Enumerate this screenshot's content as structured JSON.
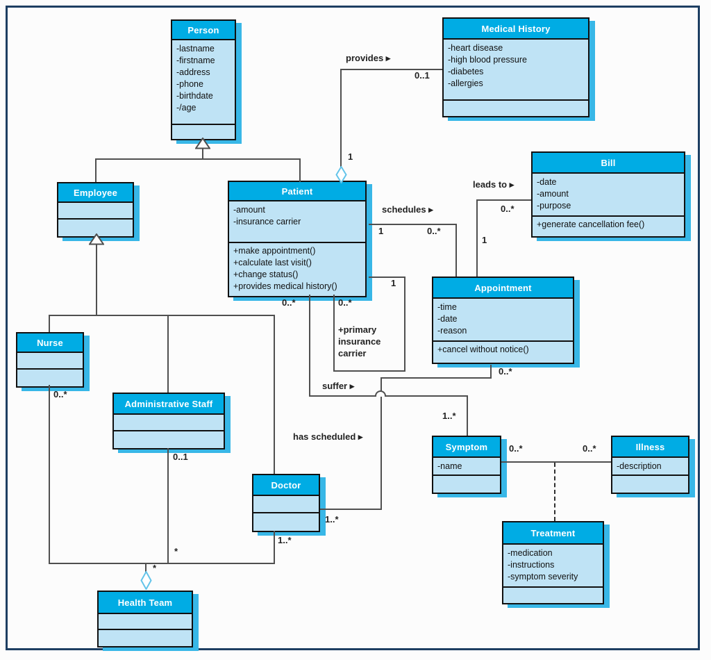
{
  "theme": {
    "header": "#00ace4",
    "body": "#bfe3f5",
    "shadow": "#38b7e7",
    "line": "#4f4f4f",
    "frame": "#1d3e62",
    "bg": "#fcfcfc"
  },
  "diagram": {
    "classes": {
      "person": {
        "name": "Person",
        "attributes": [
          "-lastname",
          "-firstname",
          "-address",
          "-phone",
          "-birthdate",
          "-/age"
        ],
        "operations": []
      },
      "medical_history": {
        "name": "Medical History",
        "attributes": [
          "-heart disease",
          "-high blood pressure",
          "-diabetes",
          "-allergies"
        ],
        "operations": []
      },
      "employee": {
        "name": "Employee",
        "attributes": [],
        "operations": []
      },
      "patient": {
        "name": "Patient",
        "attributes": [
          "-amount",
          "-insurance carrier"
        ],
        "operations": [
          "+make appointment()",
          "+calculate last visit()",
          "+change status()",
          "+provides medical history()"
        ]
      },
      "bill": {
        "name": "Bill",
        "attributes": [
          "-date",
          "-amount",
          "-purpose"
        ],
        "operations": [
          "+generate cancellation fee()"
        ]
      },
      "appointment": {
        "name": "Appointment",
        "attributes": [
          "-time",
          "-date",
          "-reason"
        ],
        "operations": [
          "+cancel without notice()"
        ]
      },
      "nurse": {
        "name": "Nurse",
        "attributes": [],
        "operations": []
      },
      "admin_staff": {
        "name": "Administrative Staff",
        "attributes": [],
        "operations": []
      },
      "doctor": {
        "name": "Doctor",
        "attributes": [],
        "operations": []
      },
      "symptom": {
        "name": "Symptom",
        "attributes": [
          "-name"
        ],
        "operations": []
      },
      "illness": {
        "name": "Illness",
        "attributes": [
          "-description"
        ],
        "operations": []
      },
      "treatment": {
        "name": "Treatment",
        "attributes": [
          "-medication",
          "-instructions",
          "-symptom severity"
        ],
        "operations": []
      },
      "health_team": {
        "name": "Health Team",
        "attributes": [],
        "operations": []
      }
    },
    "associations": {
      "provides": {
        "label": "provides ▸",
        "patient_end": "1",
        "medical_history_end": "0..1"
      },
      "schedules": {
        "label": "schedules ▸",
        "patient_end": "1",
        "appointment_end": "0..*"
      },
      "leads_to": {
        "label": "leads to ▸",
        "appointment_end": "1",
        "bill_end": "0..*"
      },
      "primary_insurance": {
        "role": "+primary insurance carrier",
        "left_end": "0..*",
        "right_end": "1"
      },
      "suffer": {
        "label": "suffer ▸",
        "patient_end": "0..*",
        "symptom_end": "1..*"
      },
      "has_scheduled": {
        "label": "has scheduled ▸",
        "doctor_end": "1..*",
        "appointment_end": "0..*"
      },
      "symptom_illness": {
        "symptom_end": "0..*",
        "illness_end": "0..*"
      },
      "health_team": {
        "nurse_end": "0..*",
        "admin_end": "0..1",
        "doctor_end": "1..*",
        "junction_star": "*",
        "aggregate_star": "*"
      }
    }
  }
}
